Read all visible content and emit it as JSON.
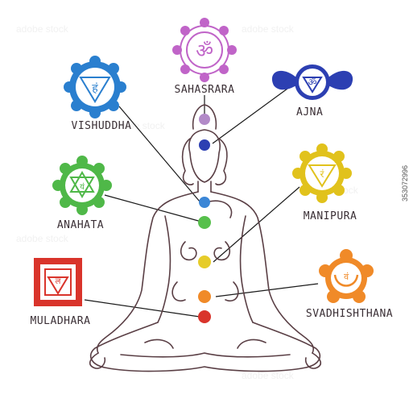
{
  "chakras": [
    {
      "key": "sahasrara",
      "label": "SAHASRARA",
      "color": "#c064c8",
      "dot": "#b28ac8",
      "glyph": "ॐ"
    },
    {
      "key": "ajna",
      "label": "AJNA",
      "color": "#2c3fb2",
      "dot": "#2c3fb2",
      "glyph": "ॐ"
    },
    {
      "key": "vishuddha",
      "label": "VISHUDDHA",
      "color": "#2a7fcf",
      "dot": "#3b86d6",
      "glyph": "हं"
    },
    {
      "key": "anahata",
      "label": "ANAHATA",
      "color": "#4fb848",
      "dot": "#57c04c",
      "glyph": "यं"
    },
    {
      "key": "manipura",
      "label": "MANIPURA",
      "color": "#e1c21c",
      "dot": "#e6cc2a",
      "glyph": "रं"
    },
    {
      "key": "svadhishthana",
      "label": "SVADHISHTHANA",
      "color": "#f08a28",
      "dot": "#f08a28",
      "glyph": "वं"
    },
    {
      "key": "muladhara",
      "label": "MULADHARA",
      "color": "#d9342b",
      "dot": "#d9342b",
      "glyph": "लं"
    }
  ],
  "stock_id": "353072996",
  "watermark": "adobe stock",
  "colors": {
    "outline": "#5a3f45",
    "leader": "#1a1a1a"
  }
}
